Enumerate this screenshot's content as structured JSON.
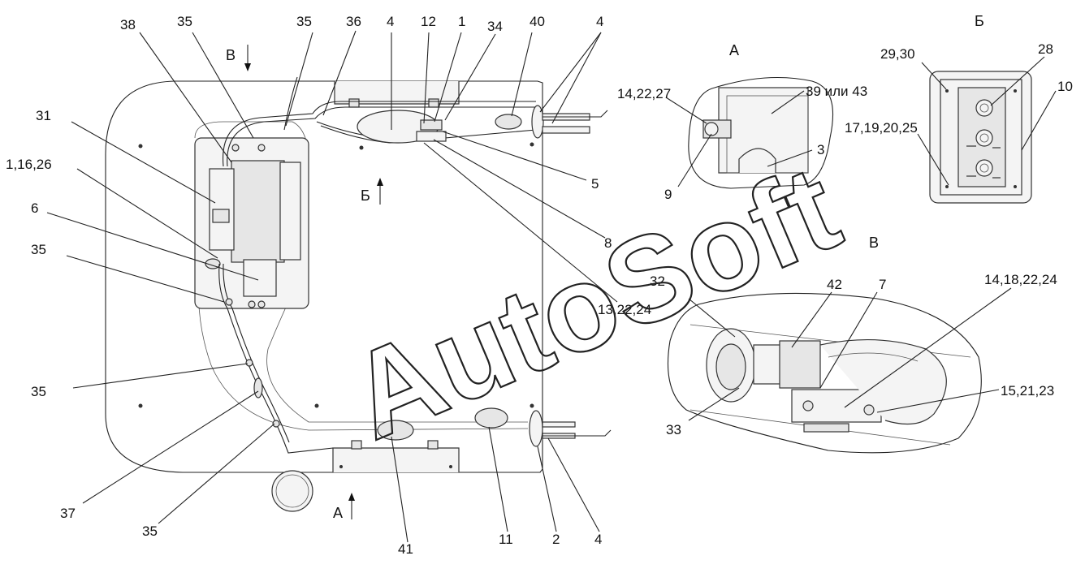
{
  "watermark": "AutoSoft",
  "views": {
    "A": "А",
    "B": "Б",
    "V": "В"
  },
  "labels": {
    "main": {
      "l38": "38",
      "l35a": "35",
      "l35b": "35",
      "l36": "36",
      "l4a": "4",
      "l12": "12",
      "l1": "1",
      "l34": "34",
      "l40": "40",
      "l4b": "4",
      "l31": "31",
      "l1_16_26": "1,16,26",
      "l6": "6",
      "l35c": "35",
      "l35d": "35",
      "l37": "37",
      "l35e": "35",
      "l41": "41",
      "l11": "11",
      "l2": "2",
      "l4c": "4",
      "l5": "5",
      "l8": "8",
      "l13_22_24": "13,22,24"
    },
    "viewA": {
      "l14_22_27": "14,22,27",
      "l39": "39 или 43",
      "l3": "3",
      "l9": "9"
    },
    "viewB": {
      "l29_30": "29,30",
      "l28": "28",
      "l10": "10",
      "l17_19_20_25": "17,19,20,25"
    },
    "viewV": {
      "l32": "32",
      "l42": "42",
      "l7": "7",
      "l14_18_22_24": "14,18,22,24",
      "l15_21_23": "15,21,23",
      "l33": "33"
    }
  }
}
